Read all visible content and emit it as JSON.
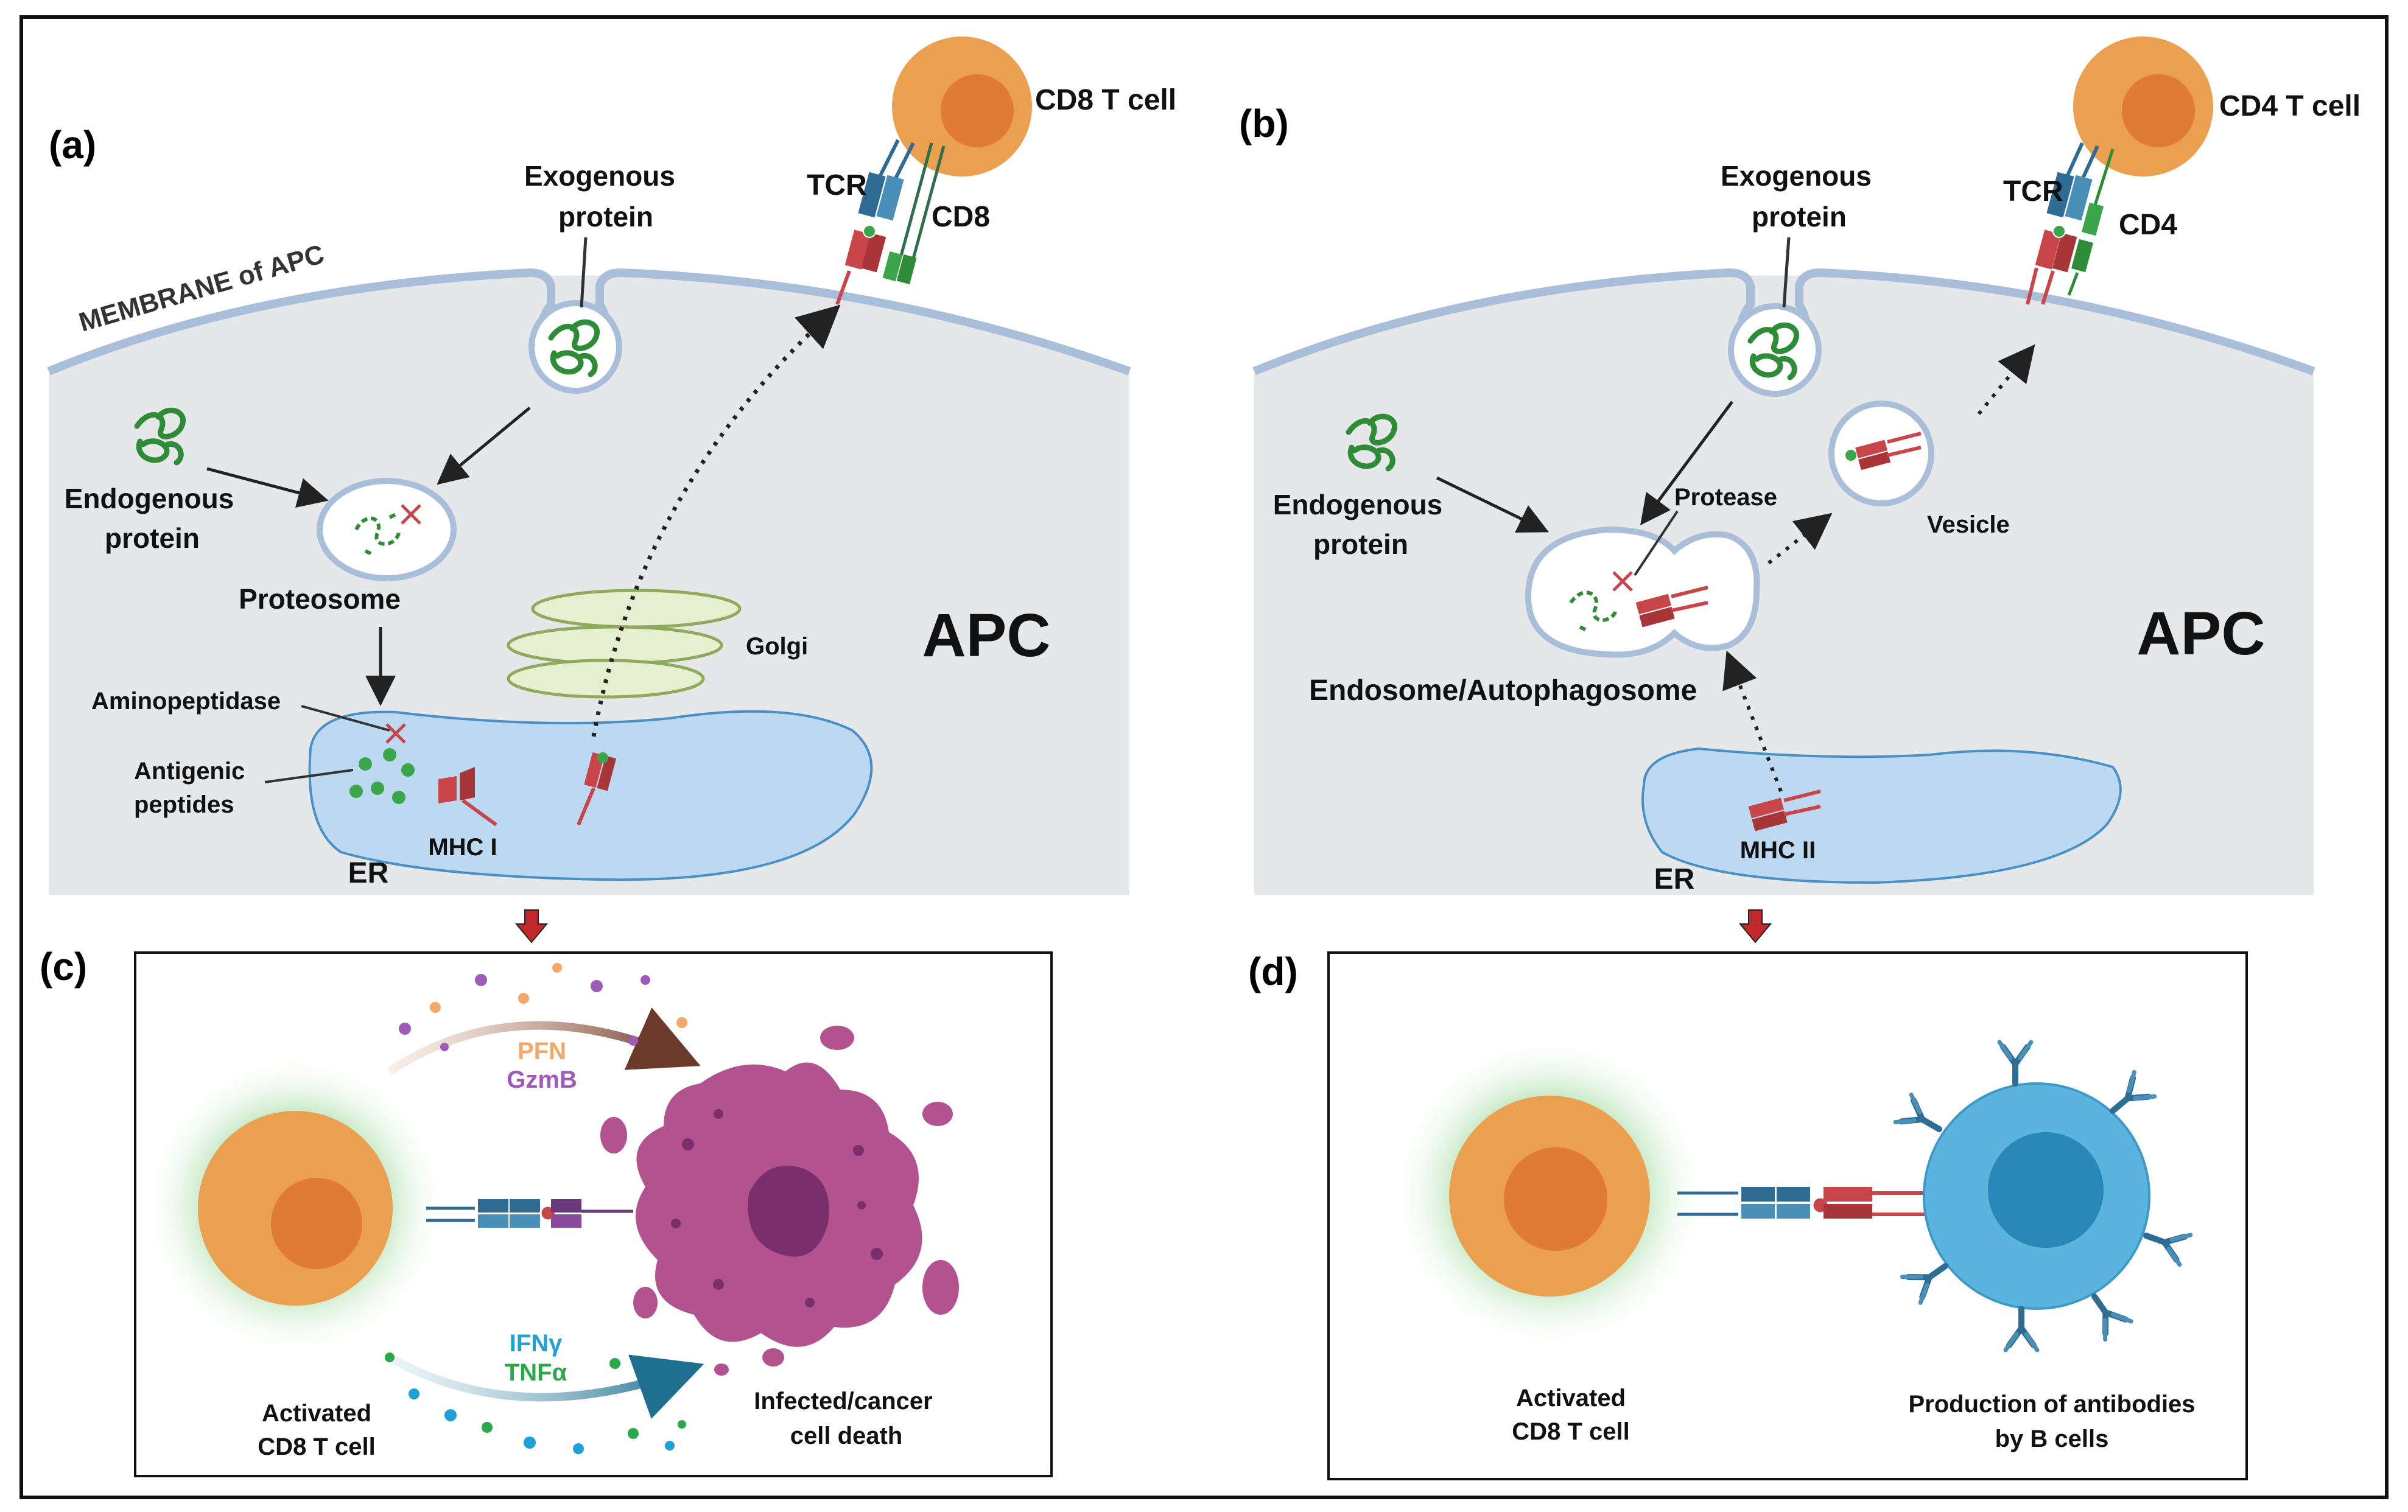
{
  "panels": {
    "a": {
      "letter": "(a)",
      "membrane": "MEMBRANE of APC",
      "exogenous_l1": "Exogenous",
      "exogenous_l2": "protein",
      "endogenous_l1": "Endogenous",
      "endogenous_l2": "protein",
      "proteosome": "Proteosome",
      "aminopeptidase": "Aminopeptidase",
      "antigenic_l1": "Antigenic",
      "antigenic_l2": "peptides",
      "mhc": "MHC I",
      "er": "ER",
      "golgi": "Golgi",
      "apc": "APC",
      "tcell": "CD8 T cell",
      "tcr": "TCR",
      "coreceptor": "CD8"
    },
    "b": {
      "letter": "(b)",
      "exogenous_l1": "Exogenous",
      "exogenous_l2": "protein",
      "endogenous_l1": "Endogenous",
      "endogenous_l2": "protein",
      "protease": "Protease",
      "vesicle": "Vesicle",
      "endosome": "Endosome/Autophagosome",
      "mhc": "MHC II",
      "er": "ER",
      "apc": "APC",
      "tcell": "CD4 T cell",
      "tcr": "TCR",
      "coreceptor": "CD4"
    },
    "c": {
      "letter": "(c)",
      "pfn": "PFN",
      "gzmb": "GzmB",
      "ifng": "IFNγ",
      "tnfa": "TNFα",
      "activated_l1": "Activated",
      "activated_l2": "CD8 T cell",
      "death_l1": "Infected/cancer",
      "death_l2": "cell death"
    },
    "d": {
      "letter": "(d)",
      "activated_l1": "Activated",
      "activated_l2": "CD8 T cell",
      "antibody_l1": "Production of antibodies",
      "antibody_l2": "by B cells"
    }
  },
  "colors": {
    "cytoplasm": "#e6e7e9",
    "membrane": "#a9bfd9",
    "er": "#bcd9f1",
    "tcell_outer": "#eba04f",
    "tcell_inner": "#e07b33",
    "tcr_blue": "#2f6c93",
    "mhc_red": "#c84649",
    "protein_green": "#2e8c36",
    "golgi": "#e6efcf",
    "infected_cell": "#b2538f",
    "bcell": "#5ab4dd",
    "pfn": "#f2a968",
    "gzmb": "#a05ab8",
    "ifng": "#1ea0d9",
    "tnfa": "#2aa84a"
  }
}
